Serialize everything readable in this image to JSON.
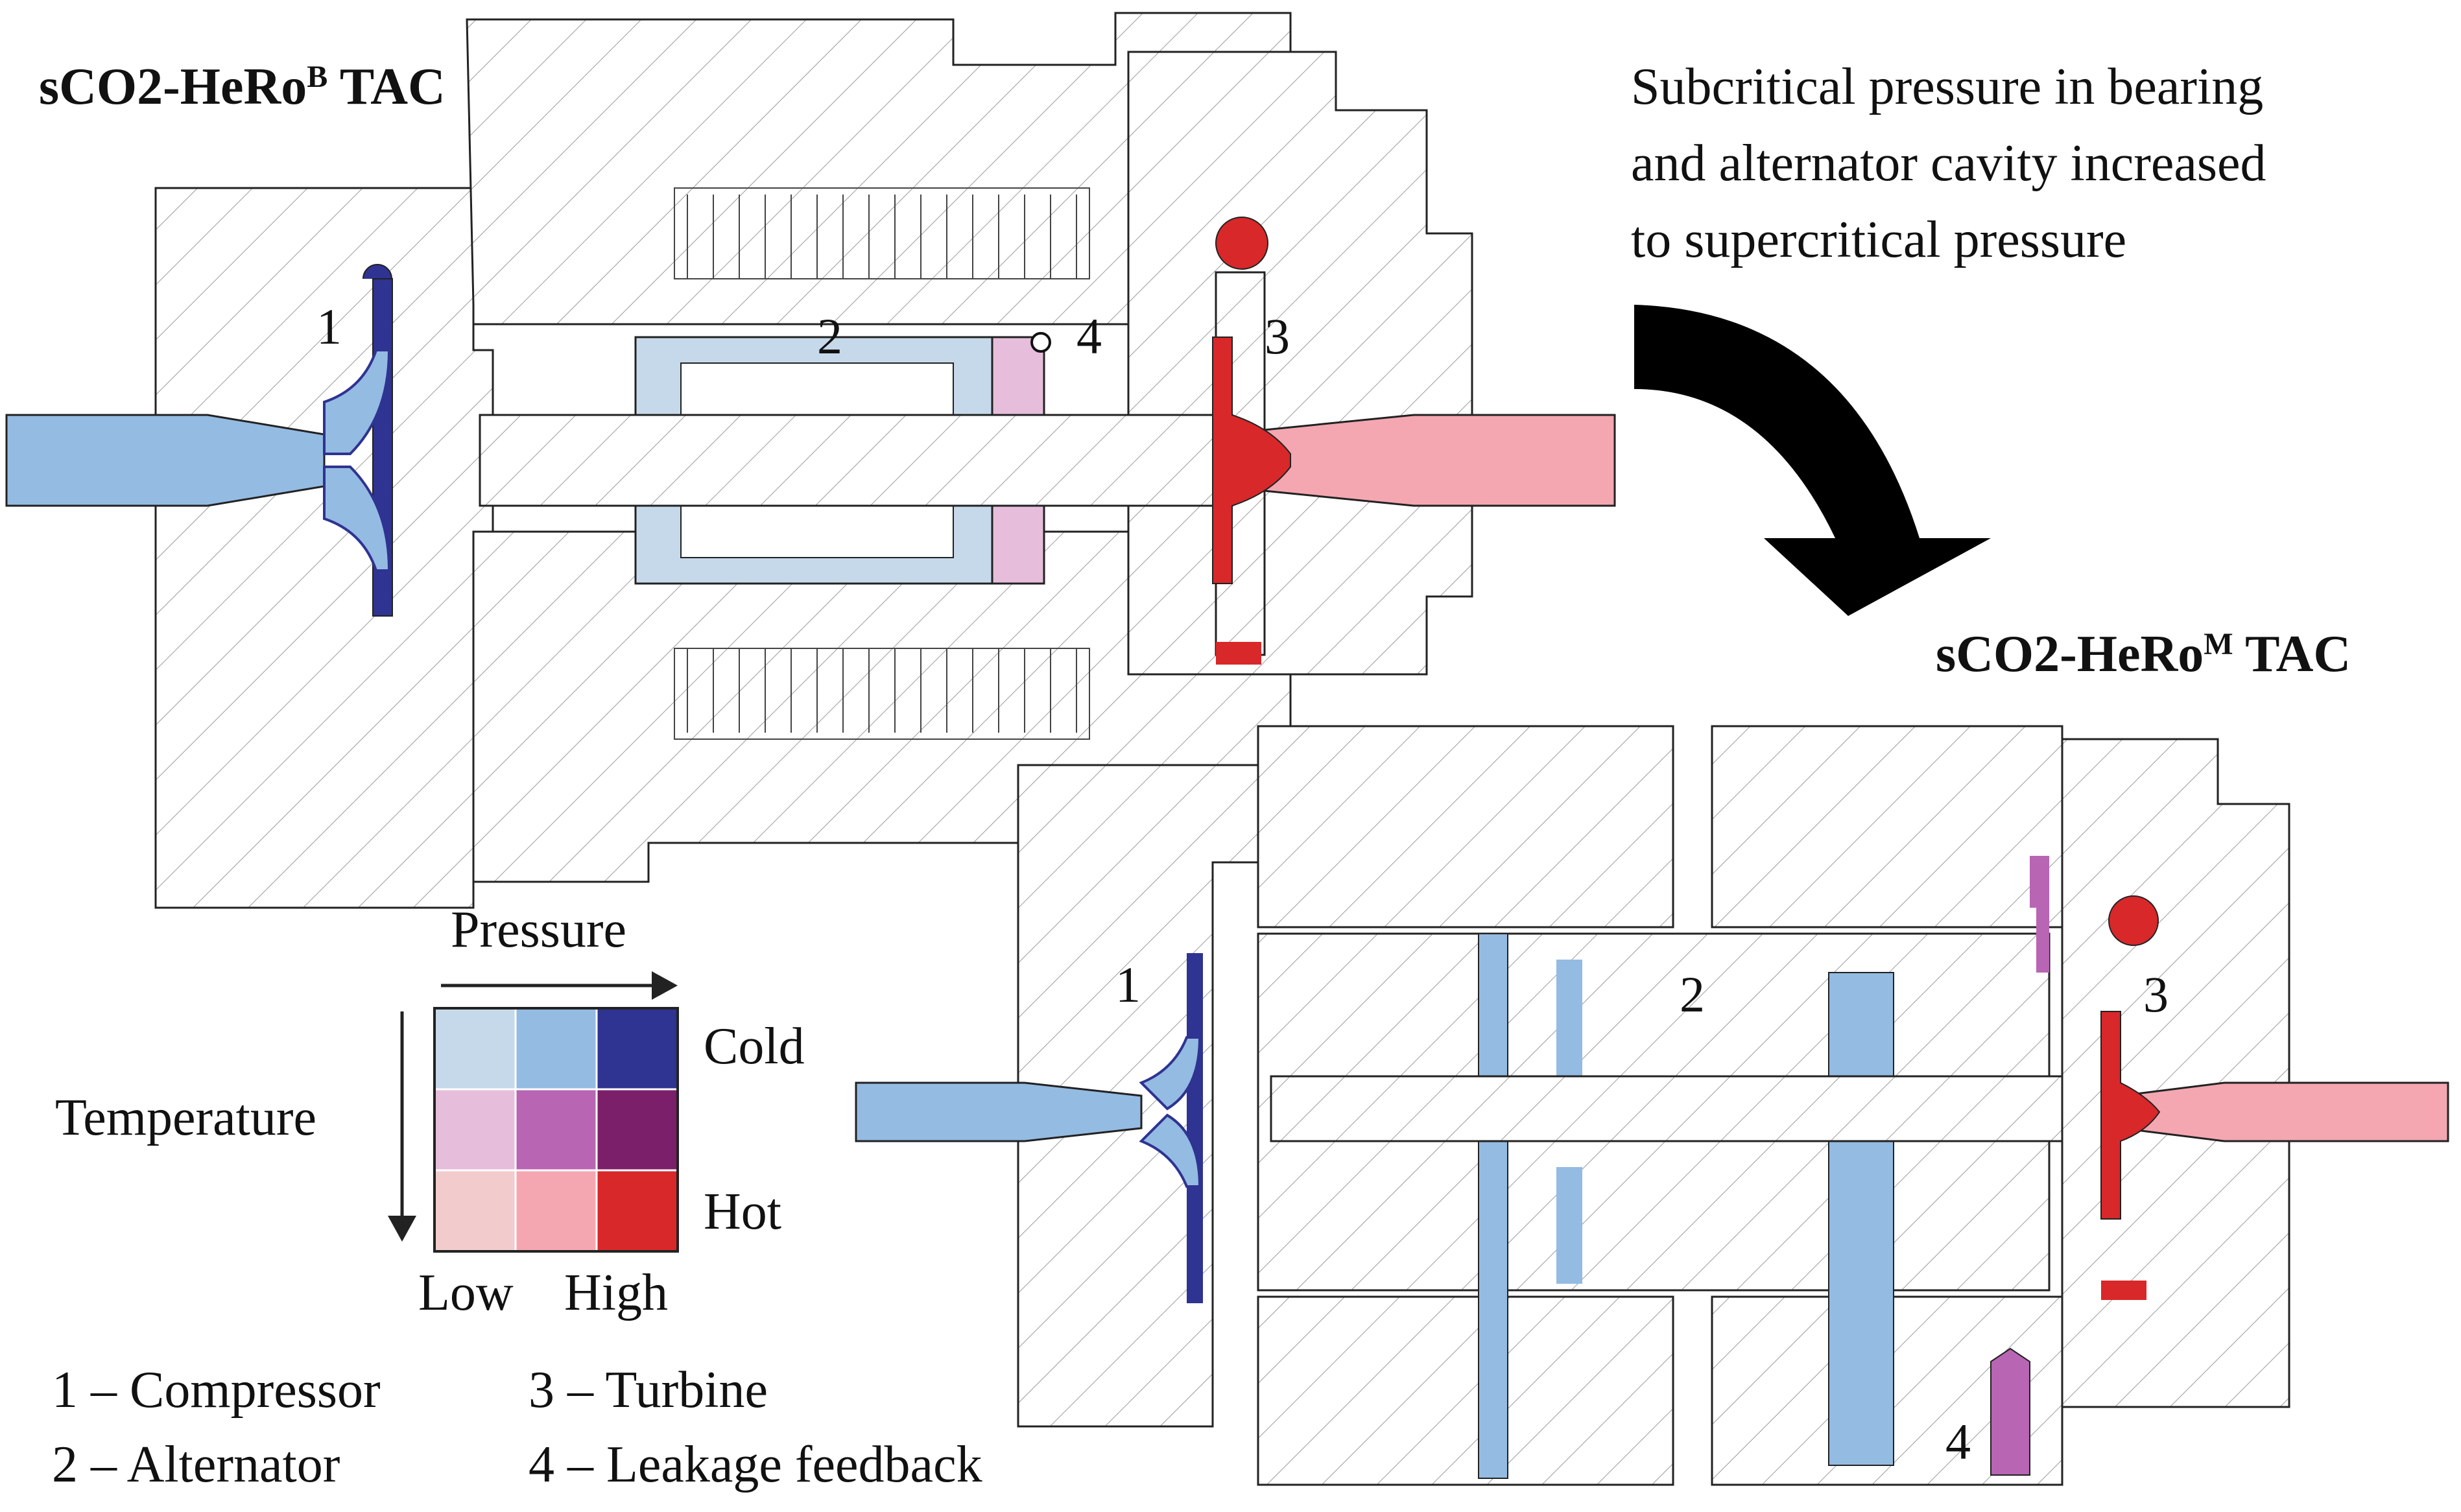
{
  "titles": {
    "top_left_main": "sCO2-HeRo",
    "top_left_sup": "B",
    "top_left_tail": " TAC",
    "bottom_right_main": "sCO2-HeRo",
    "bottom_right_sup": "M",
    "bottom_right_tail": " TAC"
  },
  "note": {
    "line1": "Subcritical pressure in bearing",
    "line2": "and alternator cavity increased",
    "line3": "to supercritical pressure"
  },
  "legend": {
    "x_axis": "Pressure",
    "y_axis": "Temperature",
    "row_labels": [
      "Cold",
      "Hot"
    ],
    "col_labels": [
      "Low",
      "High"
    ],
    "grid_colors": [
      [
        "#c6d9ea",
        "#94bbe2",
        "#2f3391"
      ],
      [
        "#e6bedb",
        "#b865b4",
        "#7c1f6b"
      ],
      [
        "#f2cbcc",
        "#f4a7b1",
        "#d8282a"
      ]
    ]
  },
  "key": {
    "items": [
      "1 – Compressor",
      "2 – Alternator",
      "3 – Turbine",
      "4 – Leakage feedback"
    ]
  },
  "callouts": {
    "top": [
      "1",
      "2",
      "3",
      "4"
    ],
    "bottom": [
      "1",
      "2",
      "3",
      "4"
    ]
  },
  "colors": {
    "cold_low": "#c6d9ea",
    "cold_mid": "#94bbe2",
    "cold_high": "#2f3391",
    "hot_low": "#f2cbcc",
    "hot_mid": "#f4a7b1",
    "hot_high": "#d8282a",
    "mid_low": "#e6bedb",
    "mid_high": "#b865b4",
    "arrow": "#000000"
  }
}
